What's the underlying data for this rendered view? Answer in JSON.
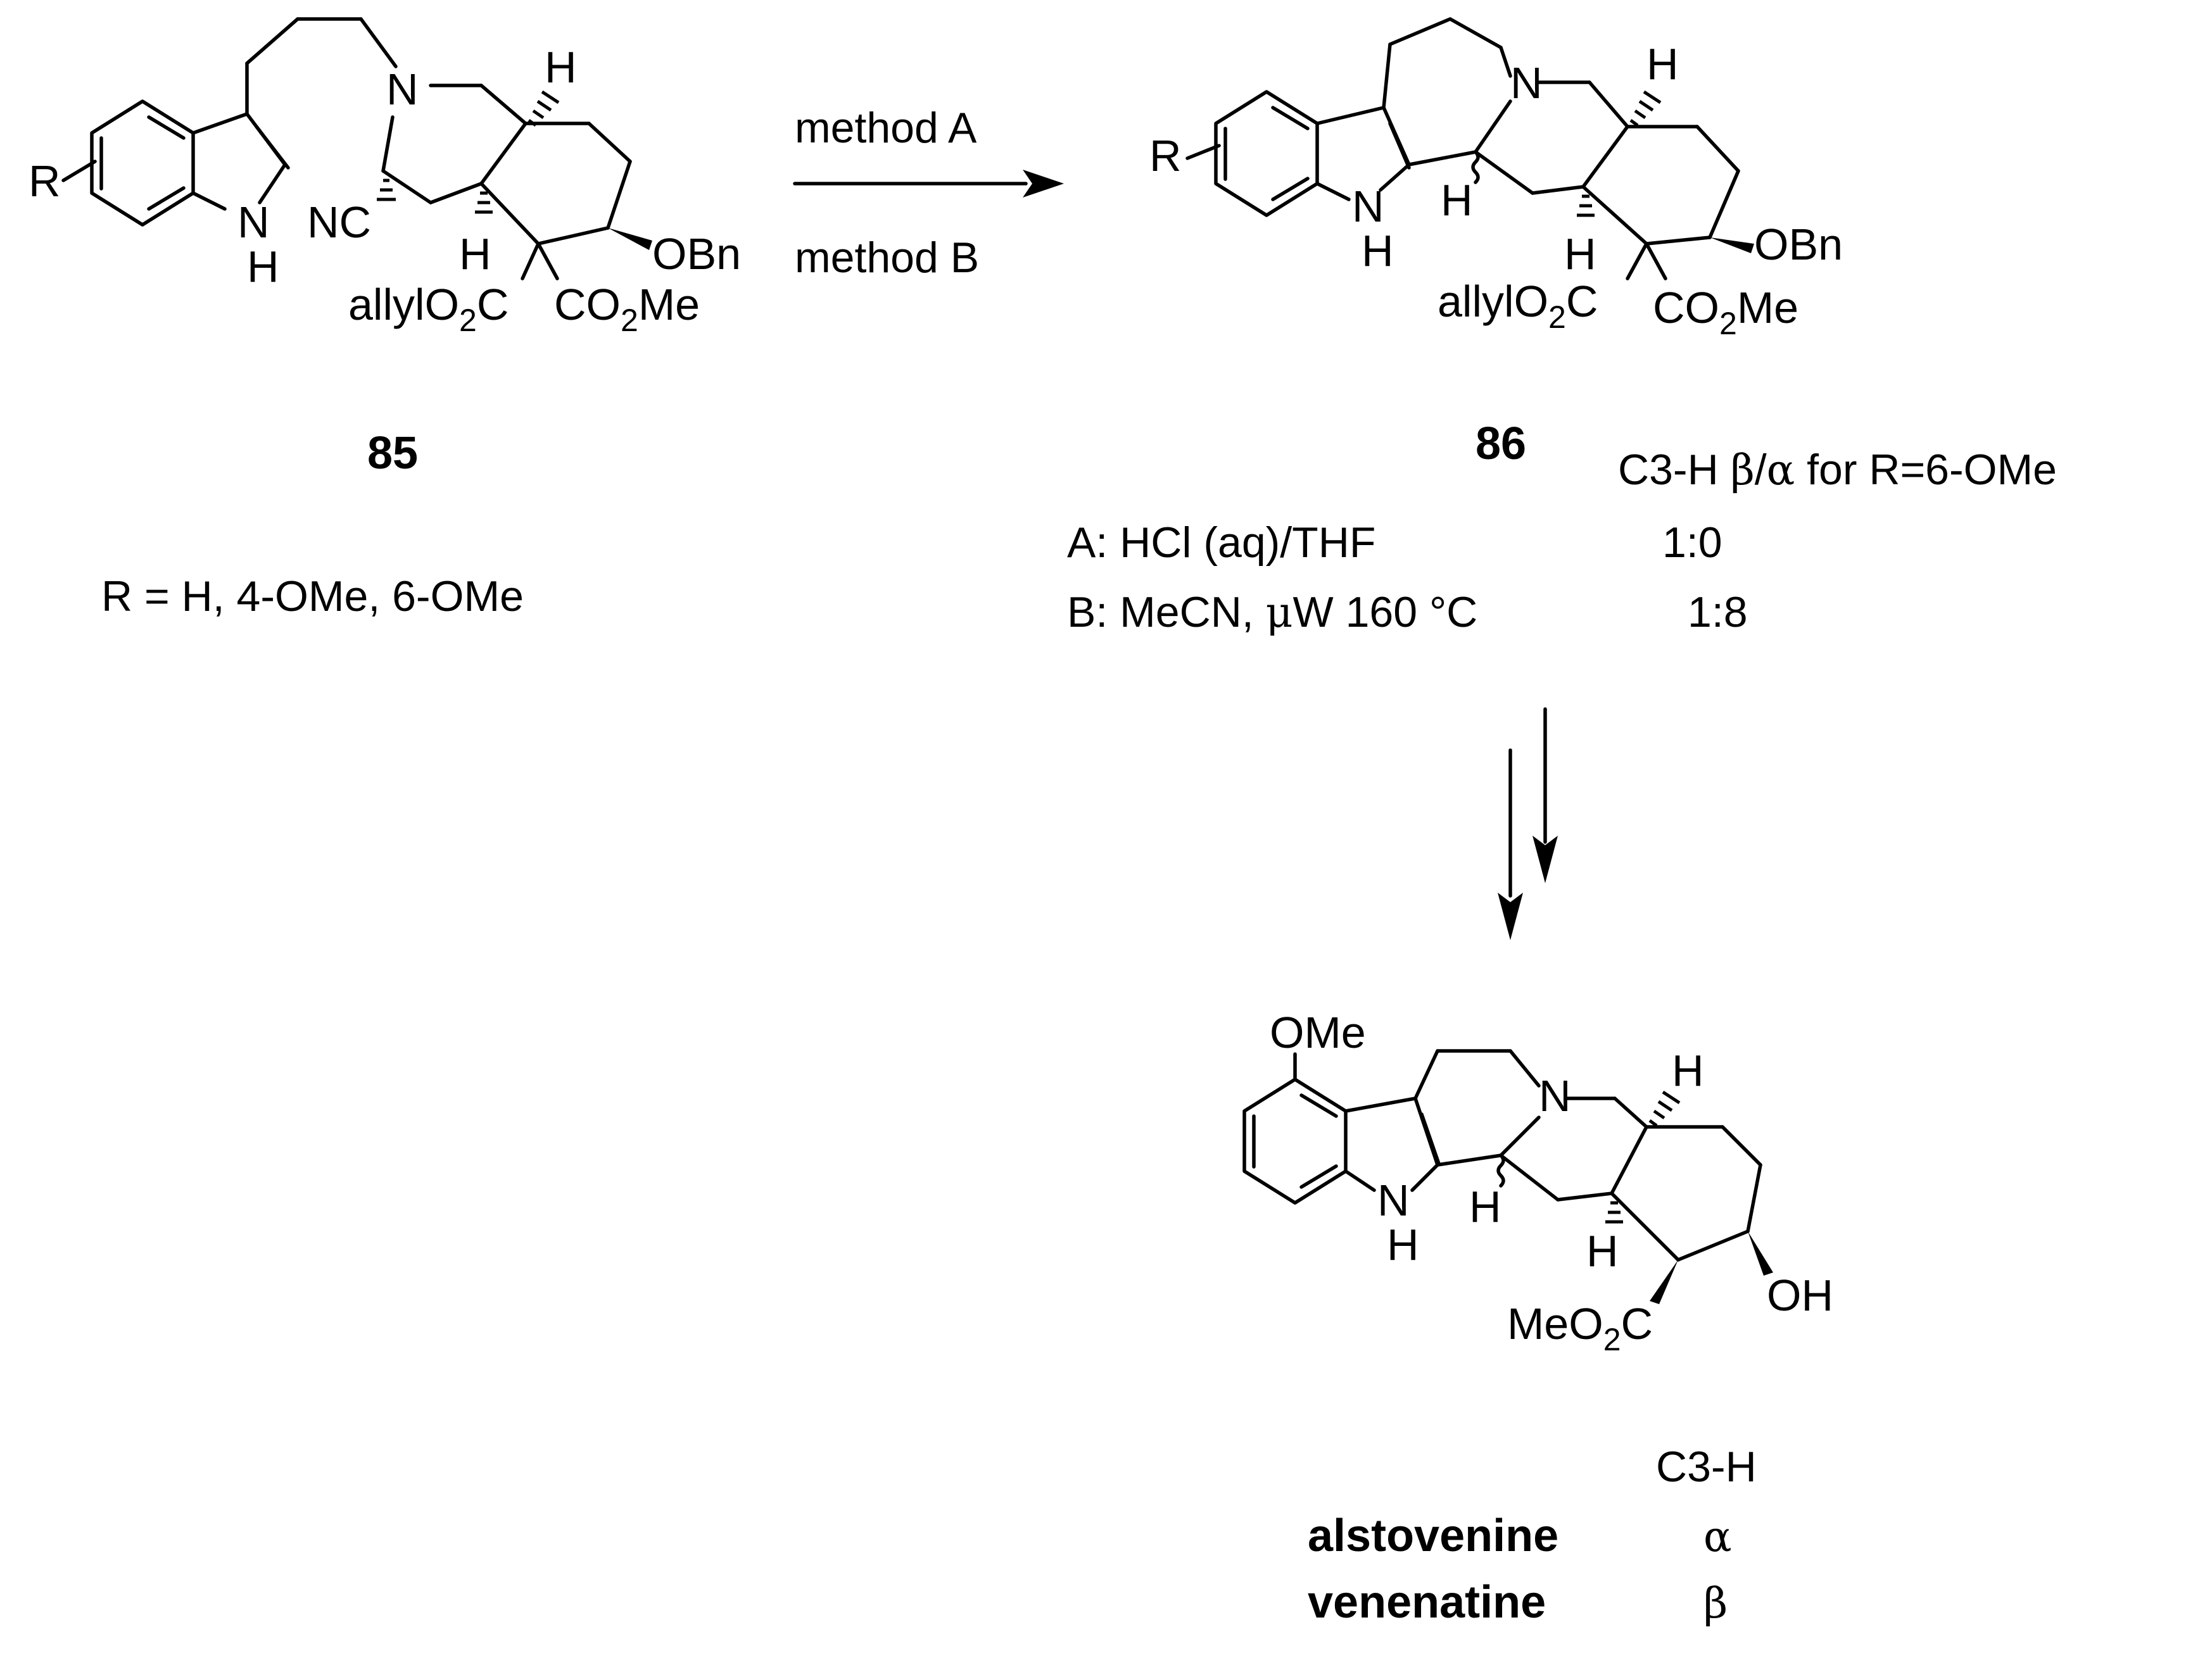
{
  "compounds": {
    "c85": {
      "number": "85",
      "r_definition": "R = H, 4-OMe, 6-OMe",
      "atoms": {
        "r": "R",
        "n": "N",
        "nh_n": "N",
        "nh_h": "H",
        "h_top": "H",
        "h_mid": "H",
        "nc": "NC",
        "obn": "OBn",
        "allyl": "allylO",
        "sub2": "2",
        "c": "C",
        "co": "CO",
        "co_sub": "2",
        "me": "Me"
      }
    },
    "c86": {
      "number": "86",
      "atoms": {
        "r": "R",
        "n": "N",
        "nh_n": "N",
        "nh_h": "H",
        "h_top": "H",
        "h_c3": "H",
        "h_mid": "H",
        "obn": "OBn",
        "allyl": "allylO",
        "sub2": "2",
        "c": "C",
        "co": "CO",
        "co_sub": "2",
        "me": "Me"
      }
    },
    "product": {
      "atoms": {
        "ome": "OMe",
        "n": "N",
        "nh_n": "N",
        "nh_h": "H",
        "h_top": "H",
        "h_c3": "H",
        "h_mid": "H",
        "oh": "OH",
        "meo": "MeO",
        "sub2": "2",
        "c": "C"
      }
    }
  },
  "reaction": {
    "method_a": "method A",
    "method_b": "method B"
  },
  "conditions_table": {
    "header_prefix": "C3-H ",
    "header_beta": "β",
    "header_slash": "/",
    "header_alpha": "α",
    "header_suffix": " for R=6-OMe",
    "rows": [
      {
        "method": "A: HCl (aq)/THF",
        "ratio": "1:0"
      },
      {
        "method": "B: MeCN, ",
        "mu": "μ",
        "method_rest": "W 160 °C",
        "ratio": "1:8"
      }
    ]
  },
  "product_table": {
    "header": "C3-H",
    "rows": [
      {
        "name": "alstovenine",
        "config": "α"
      },
      {
        "name": "venenatine",
        "config": "β"
      }
    ]
  }
}
